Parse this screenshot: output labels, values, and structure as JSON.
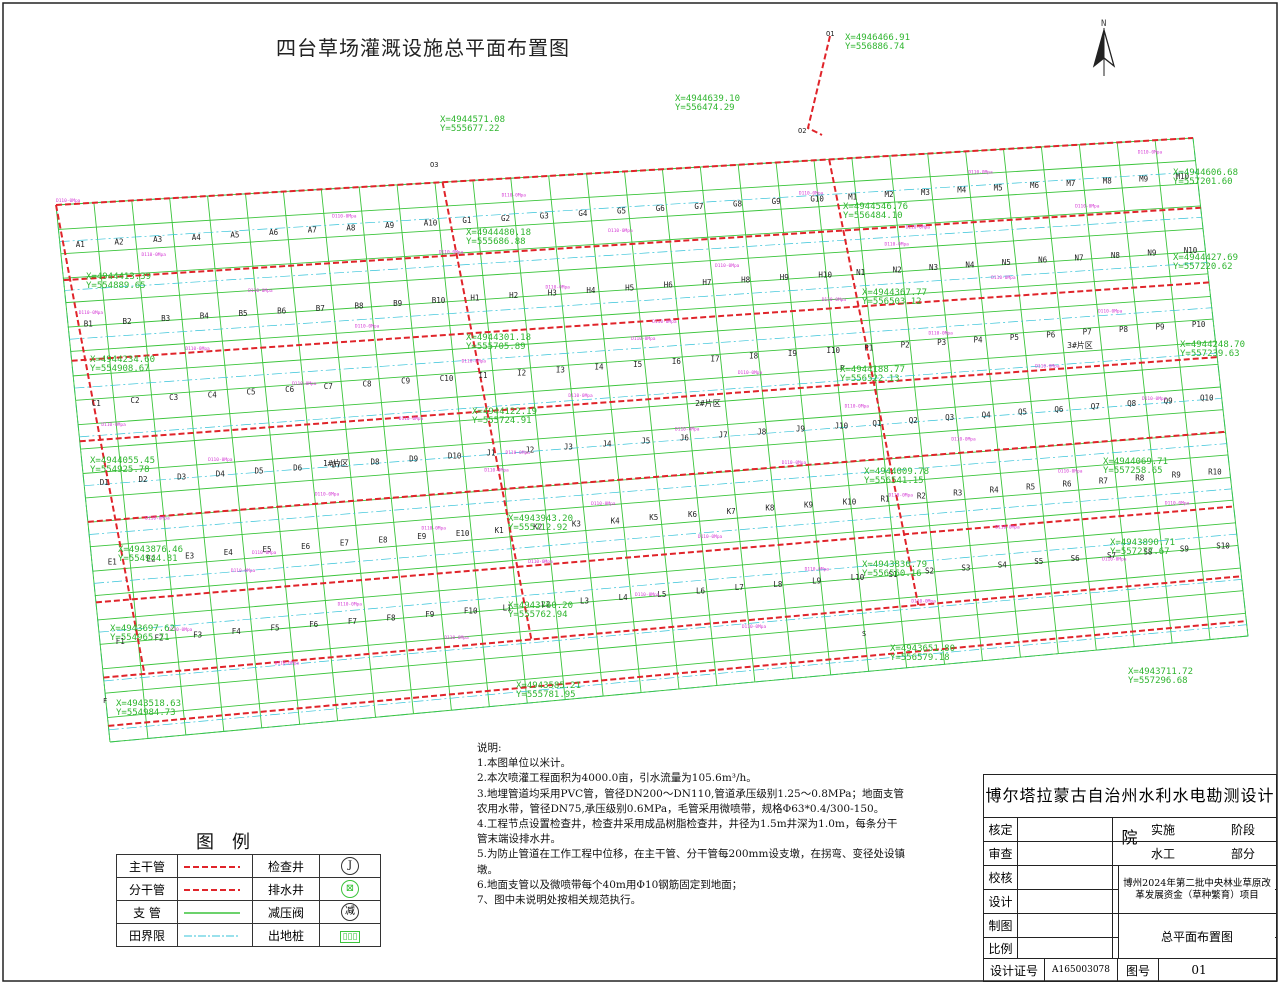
{
  "title": "四台草场灌溉设施总平面布置图",
  "north_arrow": "N",
  "coordinates": [
    {
      "x": "X=4946466.91",
      "y": "Y=556886.74"
    },
    {
      "x": "X=4944639.10",
      "y": "Y=556474.29"
    },
    {
      "x": "X=4944571.08",
      "y": "Y=555677.22"
    },
    {
      "x": "X=4944606.68",
      "y": "Y=557201.60"
    },
    {
      "x": "X=4944546.76",
      "y": "Y=556484.10"
    },
    {
      "x": "X=4944480.18",
      "y": "Y=555686.88"
    },
    {
      "x": "X=4944413.39",
      "y": "Y=554889.65"
    },
    {
      "x": "X=4944427.69",
      "y": "Y=557220.62"
    },
    {
      "x": "X=4944367.77",
      "y": "Y=556503.12"
    },
    {
      "x": "X=4944301.18",
      "y": "Y=555705.89"
    },
    {
      "x": "X=4944234.60",
      "y": "Y=554908.67"
    },
    {
      "x": "X=4944248.70",
      "y": "Y=557239.63"
    },
    {
      "x": "X=4944188.77",
      "y": "Y=556522.13"
    },
    {
      "x": "X=4944122.19",
      "y": "Y=555724.91"
    },
    {
      "x": "X=4944055.45",
      "y": "Y=554925.78"
    },
    {
      "x": "X=4944069.71",
      "y": "Y=557258.65"
    },
    {
      "x": "X=4944009.78",
      "y": "Y=556541.15"
    },
    {
      "x": "X=4943943.20",
      "y": "Y=555712.92"
    },
    {
      "x": "X=4943876.46",
      "y": "Y=554944.81"
    },
    {
      "x": "X=4943890.71",
      "y": "Y=557277.67"
    },
    {
      "x": "X=4943830.79",
      "y": "Y=556560.16"
    },
    {
      "x": "X=4943760.20",
      "y": "Y=555762.94"
    },
    {
      "x": "X=4943697.62",
      "y": "Y=554965.71"
    },
    {
      "x": "X=4943651.80",
      "y": "Y=556579.18"
    },
    {
      "x": "X=4943711.72",
      "y": "Y=557296.68"
    },
    {
      "x": "X=4943585.21",
      "y": "Y=555781.95"
    },
    {
      "x": "X=4943518.63",
      "y": "Y=554984.73"
    }
  ],
  "row_letters": [
    "A",
    "B",
    "C",
    "D",
    "E",
    "F",
    "G",
    "H",
    "I",
    "J",
    "K",
    "L",
    "M",
    "N",
    "P",
    "Q",
    "R",
    "S"
  ],
  "zone_labels": [
    "1#片区",
    "2#片区",
    "3#片区"
  ],
  "node_labels": [
    "O1",
    "O2",
    "O3",
    "F",
    "S",
    "P"
  ],
  "pipe_label": "D110-0Mpa",
  "notes": {
    "heading": "说明:",
    "items": [
      "1.本图单位以米计。",
      "2.本次喷灌工程面积为4000.0亩，引水流量为105.6m³/h。",
      "3.地埋管道均采用PVC管，管径DN200～DN110,管道承压级别1.25～0.8MPa；地面支管农用水带，管径DN75,承压级别0.6MPa，毛管采用微喷带，规格Φ63*0.4/300-150。",
      "4.工程节点设置检查井，检查井采用成品树脂检查井，井径为1.5m井深为1.0m，每条分干管末端设排水井。",
      "5.为防止管道在工作工程中位移，在主干管、分干管每200mm设支墩，在拐弯、变径处设镇墩。",
      "6.地面支管以及微喷带每个40m用Φ10钢筋固定到地面；",
      "7、图中未说明处按相关规范执行。"
    ]
  },
  "legend": {
    "title": "图例",
    "rows": [
      {
        "name": "主干管",
        "item2": "检查井",
        "icon": "J"
      },
      {
        "name": "分干管",
        "item2": "排水井",
        "icon": "⊠"
      },
      {
        "name": "支  管",
        "item2": "减压阀",
        "icon": "减"
      },
      {
        "name": "田界限",
        "item2": "出地桩",
        "icon": "▯▯▯"
      }
    ]
  },
  "title_block": {
    "org": "博尔塔拉蒙古自治州水利水电勘测设计院",
    "rows": [
      "核定",
      "审查",
      "校核",
      "设计",
      "制图",
      "比例"
    ],
    "stage_value": "实施",
    "stage_label": "阶段",
    "part_value": "水工",
    "part_label": "部分",
    "project": "博州2024年第二批中央林业草原改革发展资金（草种繁育）项目",
    "drawing_name": "总平面布置图",
    "cert_label": "设计证号",
    "cert_value": "A165003078",
    "fig_label": "图号",
    "fig_value": "01"
  },
  "colors": {
    "main_pipe": "#e0242a",
    "branch_pipe": "#3bc43b",
    "boundary": "#36c3d8",
    "label_green": "#2fb52f",
    "label_magenta": "#d43bd4"
  }
}
